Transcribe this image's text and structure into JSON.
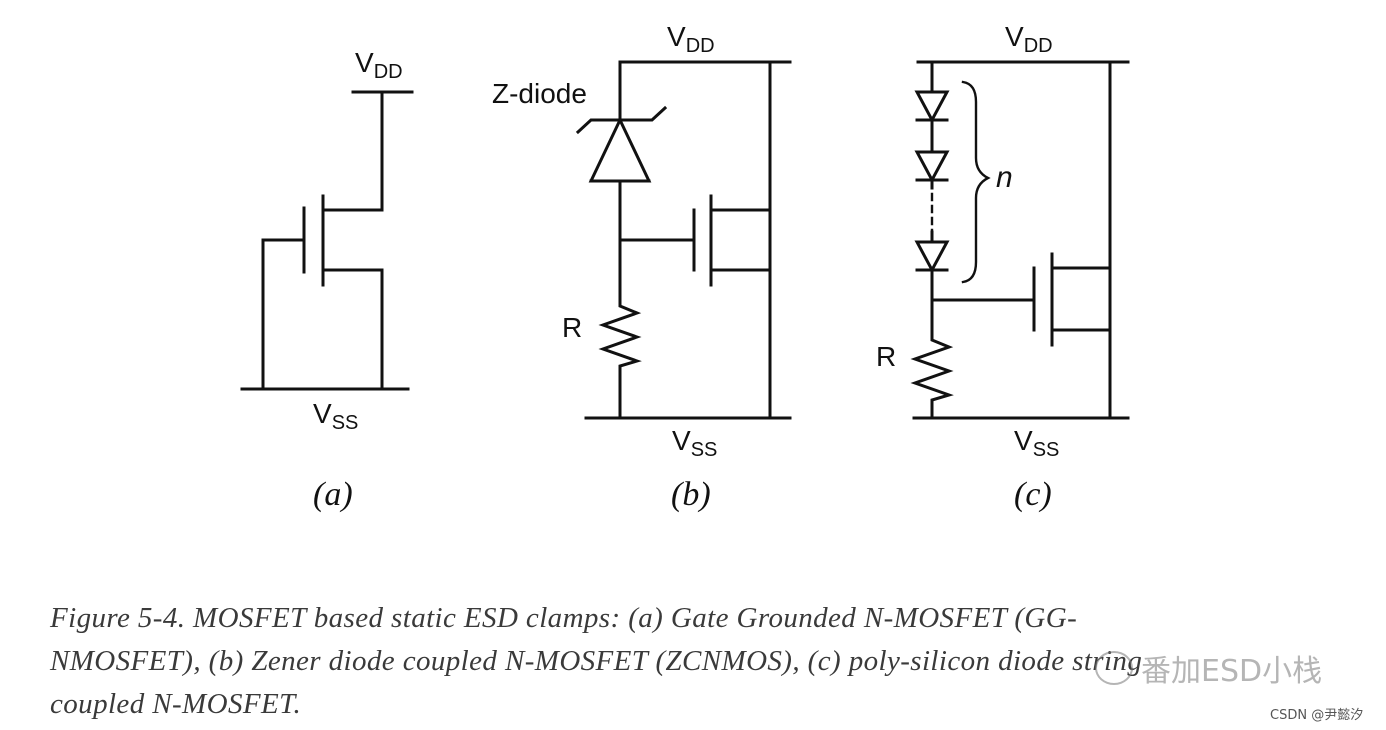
{
  "labels": {
    "vdd": "V",
    "vdd_sub": "DD",
    "vss": "V",
    "vss_sub": "SS",
    "zdiode": "Z-diode",
    "r": "R",
    "n": "n"
  },
  "panels": {
    "a": "(a)",
    "b": "(b)",
    "c": "(c)"
  },
  "caption": {
    "line1": "Figure 5-4. MOSFET based static ESD clamps: (a) Gate Grounded N-MOSFET (GG-",
    "line2": "NMOSFET), (b) Zener diode coupled N-MOSFET (ZCNMOS), (c) poly-silicon diode string",
    "line3": "coupled N-MOSFET."
  },
  "watermark": {
    "text": "番加ESD小栈",
    "icon": "wechat-icon"
  },
  "credit": "CSDN @尹懿汐"
}
